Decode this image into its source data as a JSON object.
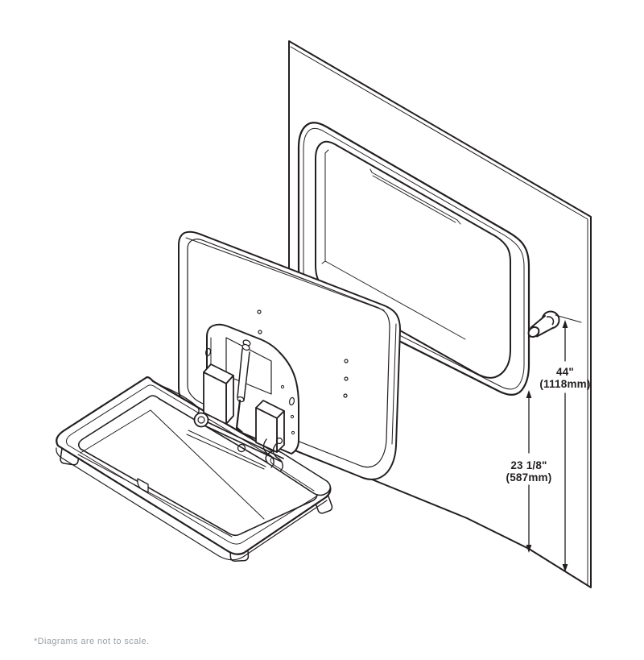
{
  "page": {
    "footnote": "*Diagrams are not to scale."
  },
  "diagram": {
    "subject": "Recessed wall-mounted baby changing station installation view",
    "colors": {
      "ink": "#231f20",
      "muted": "#9aa0a6",
      "background": "#ffffff"
    },
    "dimensions": {
      "hook_height": {
        "imperial": "44\"",
        "metric": "(1118mm)"
      },
      "unit_height": {
        "imperial": "23 1/8\"",
        "metric": "(587mm)"
      }
    }
  }
}
